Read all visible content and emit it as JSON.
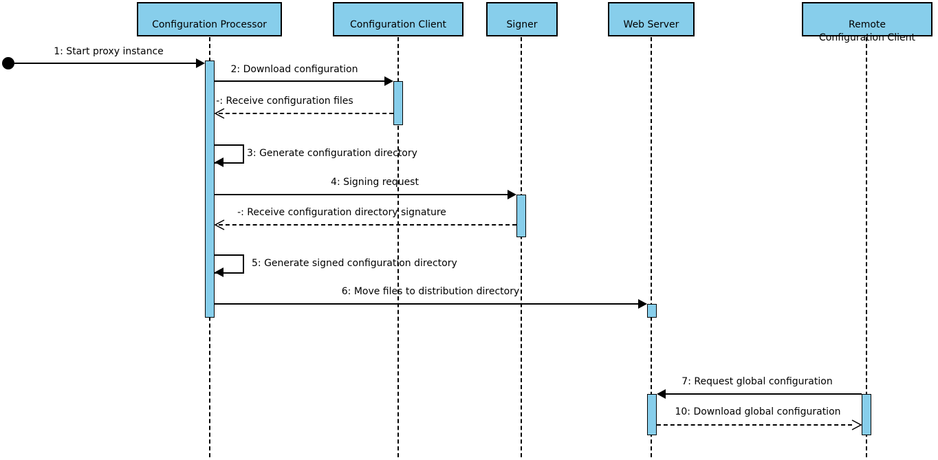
{
  "diagram": {
    "type": "uml-sequence-diagram",
    "colors": {
      "participant_fill": "#87CEEB",
      "line": "#000000",
      "text": "#000000",
      "background": "#FFFFFF"
    },
    "participants": [
      {
        "id": "configuration-processor",
        "label": "Configuration Processor"
      },
      {
        "id": "configuration-client",
        "label": "Configuration Client"
      },
      {
        "id": "signer",
        "label": "Signer"
      },
      {
        "id": "web-server",
        "label": "Web Server"
      },
      {
        "id": "remote-configuration-client",
        "label": "Remote\nConfiguration Client"
      }
    ],
    "start_node": {
      "shape": "filled-circle",
      "meaning": "initial-node"
    },
    "messages": [
      {
        "seq": "1",
        "label": "1: Start proxy instance",
        "from": "start-node",
        "to": "configuration-processor",
        "line": "solid",
        "arrowhead": "filled"
      },
      {
        "seq": "2",
        "label": "2: Download configuration",
        "from": "configuration-processor",
        "to": "configuration-client",
        "line": "solid",
        "arrowhead": "filled"
      },
      {
        "seq": "-",
        "label": "-: Receive configuration files",
        "from": "configuration-client",
        "to": "configuration-processor",
        "line": "dashed",
        "arrowhead": "open"
      },
      {
        "seq": "3",
        "label": "3: Generate configuration directory",
        "from": "configuration-processor",
        "to": "configuration-processor",
        "line": "self",
        "arrowhead": "filled"
      },
      {
        "seq": "4",
        "label": "4: Signing request",
        "from": "configuration-processor",
        "to": "signer",
        "line": "solid",
        "arrowhead": "filled"
      },
      {
        "seq": "-",
        "label": "-: Receive configuration directory signature",
        "from": "signer",
        "to": "configuration-processor",
        "line": "dashed",
        "arrowhead": "open"
      },
      {
        "seq": "5",
        "label": "5: Generate signed configuration directory",
        "from": "configuration-processor",
        "to": "configuration-processor",
        "line": "self",
        "arrowhead": "filled"
      },
      {
        "seq": "6",
        "label": "6: Move files to distribution directory",
        "from": "configuration-processor",
        "to": "web-server",
        "line": "solid",
        "arrowhead": "filled"
      },
      {
        "seq": "7",
        "label": "7: Request global configuration",
        "from": "remote-configuration-client",
        "to": "web-server",
        "line": "solid",
        "arrowhead": "filled"
      },
      {
        "seq": "10",
        "label": "10: Download global configuration",
        "from": "web-server",
        "to": "remote-configuration-client",
        "line": "dashed",
        "arrowhead": "open"
      }
    ]
  }
}
